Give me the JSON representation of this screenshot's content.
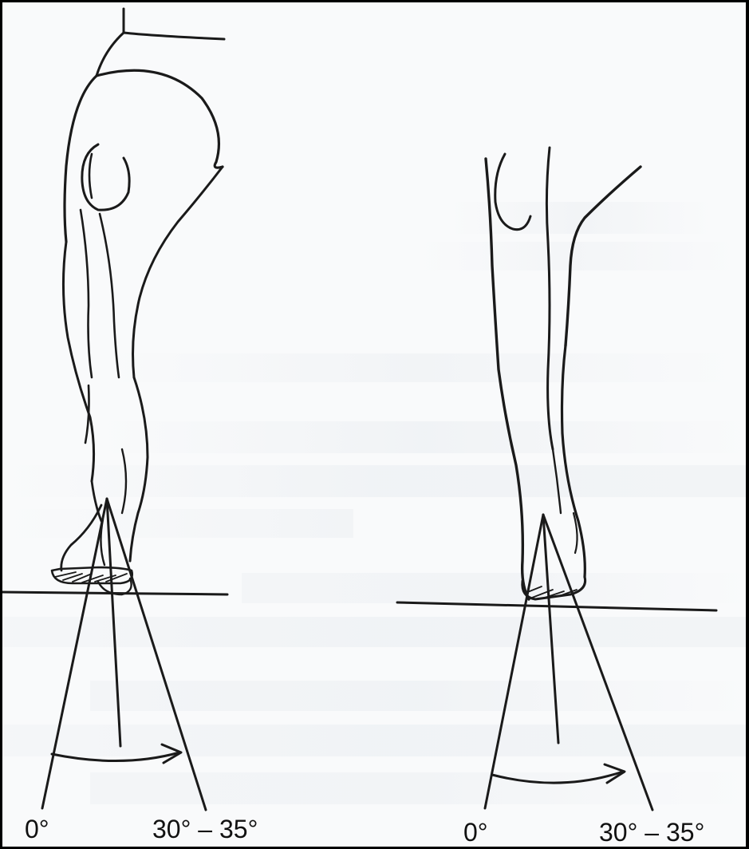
{
  "left_figure": {
    "angle_start_label": "0°",
    "angle_end_label": "30° – 35°"
  },
  "right_figure": {
    "angle_start_label": "0°",
    "angle_end_label": "30° – 35°"
  },
  "colors": {
    "ink": "#1a1a1a",
    "paper": "#f9fafb",
    "bleed_through": "#b7c2cf"
  }
}
